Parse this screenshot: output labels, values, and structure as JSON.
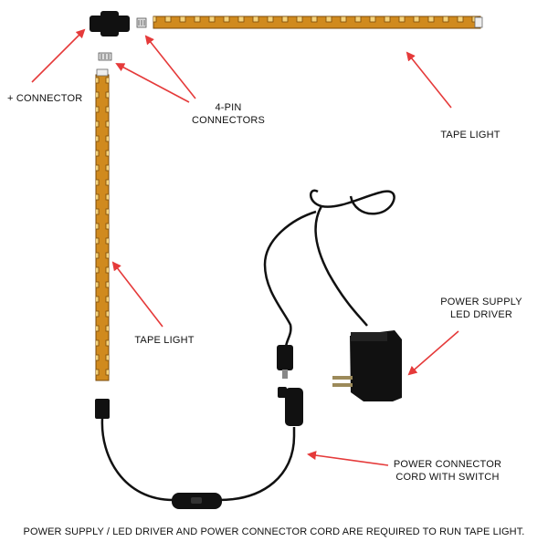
{
  "labels": {
    "plus_connector": "+ CONNECTOR",
    "four_pin_line1": "4-PIN",
    "four_pin_line2": "CONNECTORS",
    "tape_light_top": "TAPE LIGHT",
    "tape_light_left": "TAPE LIGHT",
    "power_supply_line1": "POWER SUPPLY",
    "power_supply_line2": "LED DRIVER",
    "cord_line1": "POWER CONNECTOR",
    "cord_line2": "CORD WITH SWITCH"
  },
  "footer": "POWER SUPPLY / LED DRIVER AND POWER CONNECTOR CORD ARE REQUIRED TO RUN TAPE LIGHT.",
  "colors": {
    "arrow": "#e53a3a",
    "tape": "#d08a1e",
    "tape_dark": "#7a4a08",
    "led": "#f5d27a",
    "cable": "#111111"
  }
}
